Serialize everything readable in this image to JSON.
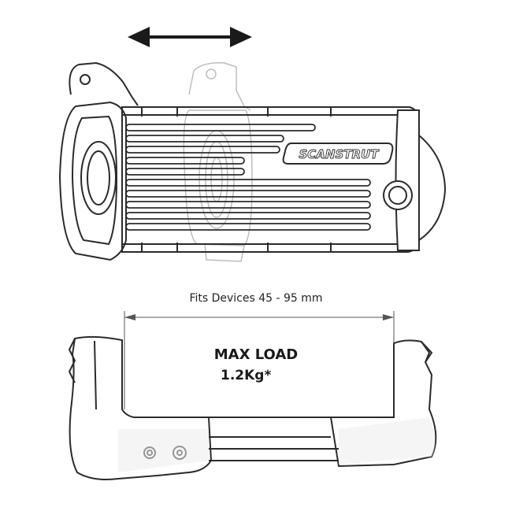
{
  "brand_logo": "SCANSTRUT",
  "dimension_label": "Fits Devices 45 - 95 mm",
  "max_load_title": "MAX LOAD",
  "max_load_value": "1.2Kg*",
  "icons": [
    "double-arrow-icon"
  ],
  "colors": {
    "line": "#2b2b2b",
    "ghost": "#bdbdbd",
    "fill": "#ffffff"
  }
}
